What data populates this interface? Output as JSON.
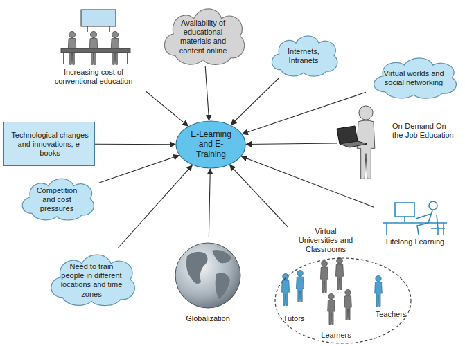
{
  "diagram": {
    "nodes": [
      {
        "text": [
          "Increasing cost of conventional education"
        ]
      },
      {
        "text": [
          "Availability of educational materials and content online"
        ]
      },
      {
        "text": [
          "Internets, Intranets"
        ]
      },
      {
        "text": [
          "Virtual worlds and social networking"
        ]
      },
      {
        "text": [
          "Technological changes and innovations, e-books"
        ]
      },
      {
        "text": [
          "E-Learning and E-Training"
        ]
      },
      {
        "text": [
          "On-Demand On-the-Job Education"
        ]
      },
      {
        "text": [
          "Competition and cost pressures"
        ]
      },
      {
        "text": [
          "Lifelong Learning"
        ]
      },
      {
        "text": [
          "Need to train people in different locations and time zones"
        ]
      },
      {
        "text": [
          "Globalization"
        ]
      },
      {
        "text": [
          "Virtual Universities and Classrooms",
          "Tutors",
          "Learners",
          "Teachers"
        ]
      }
    ],
    "edges": [
      {
        "from": 0,
        "to": 5,
        "arrow": "to"
      },
      {
        "from": 1,
        "to": 5,
        "arrow": "to"
      },
      {
        "from": 2,
        "to": 5,
        "arrow": "to"
      },
      {
        "from": 3,
        "to": 5,
        "arrow": "to"
      },
      {
        "from": 4,
        "to": 5,
        "arrow": "to"
      },
      {
        "from": 6,
        "to": 5,
        "arrow": "to"
      },
      {
        "from": 7,
        "to": 5,
        "arrow": "to"
      },
      {
        "from": 8,
        "to": 5,
        "arrow": "to"
      },
      {
        "from": 9,
        "to": 5,
        "arrow": "to"
      },
      {
        "from": 10,
        "to": 5,
        "arrow": "to"
      },
      {
        "from": 11,
        "to": 5,
        "arrow": "to"
      }
    ]
  }
}
